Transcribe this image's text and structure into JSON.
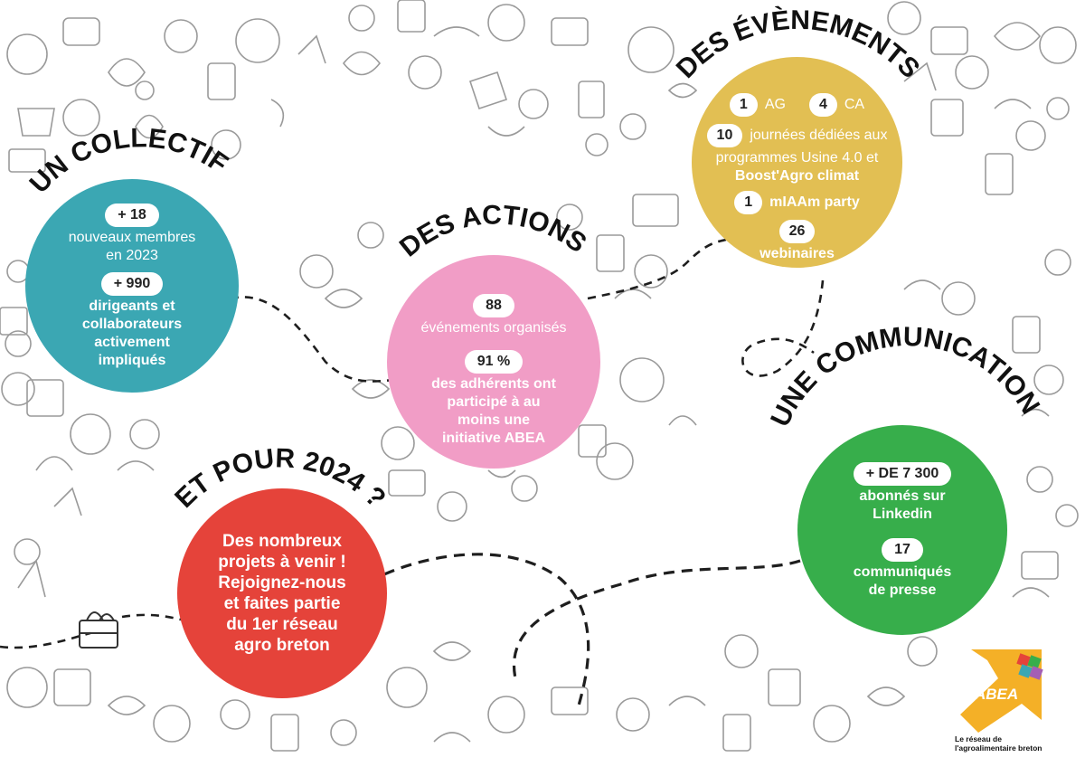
{
  "collectif": {
    "title": "UN COLLECTIF",
    "stat1": "+ 18",
    "stat1_text_1": "nouveaux membres",
    "stat1_text_2": "en 2023",
    "stat2": "+ 990",
    "stat2_text_1": "dirigeants et",
    "stat2_text_2": "collaborateurs",
    "stat2_text_3": "activement",
    "stat2_text_4": "impliqués",
    "color": "#3ba7b3"
  },
  "actions": {
    "title": "DES ACTIONS",
    "stat1": "88",
    "stat1_text": "événements organisés",
    "stat2": "91 %",
    "stat2_text_1": "des adhérents ont",
    "stat2_text_2": "participé à au",
    "stat2_text_3": "moins une",
    "stat2_text_4": "initiative ABEA",
    "color": "#f19dc6"
  },
  "evenements": {
    "title": "DES ÉVÈNEMENTS",
    "ag_count": "1",
    "ag_label": "AG",
    "ca_count": "4",
    "ca_label": "CA",
    "journees_count": "10",
    "journees_text_1": "journées dédiées aux",
    "journees_text_2": "programmes Usine 4.0 et",
    "journees_text_3": "Boost'Agro climat",
    "party_count": "1",
    "party_label": "mIAAm party",
    "webinaires_count": "26",
    "webinaires_label": "webinaires",
    "color": "#e2bf53"
  },
  "communication": {
    "title": "UNE COMMUNICATION",
    "stat1": "+ DE 7 300",
    "stat1_text_1": "abonnés sur",
    "stat1_text_2": "Linkedin",
    "stat2": "17",
    "stat2_text_1": "communiqués",
    "stat2_text_2": "de presse",
    "color": "#37ae4b"
  },
  "pour2024": {
    "title": "ET POUR 2024 ?",
    "line1": "Des nombreux",
    "line2": "projets à venir !",
    "line3": "Rejoignez-nous",
    "line4": "et faites partie",
    "line5": "du 1er réseau",
    "line6": "agro breton",
    "color": "#e5433a"
  },
  "logo": {
    "word": "ABEA",
    "tagline_1": "Le réseau de",
    "tagline_2": "l'agroalimentaire breton",
    "arrow_color": "#f4b027"
  }
}
